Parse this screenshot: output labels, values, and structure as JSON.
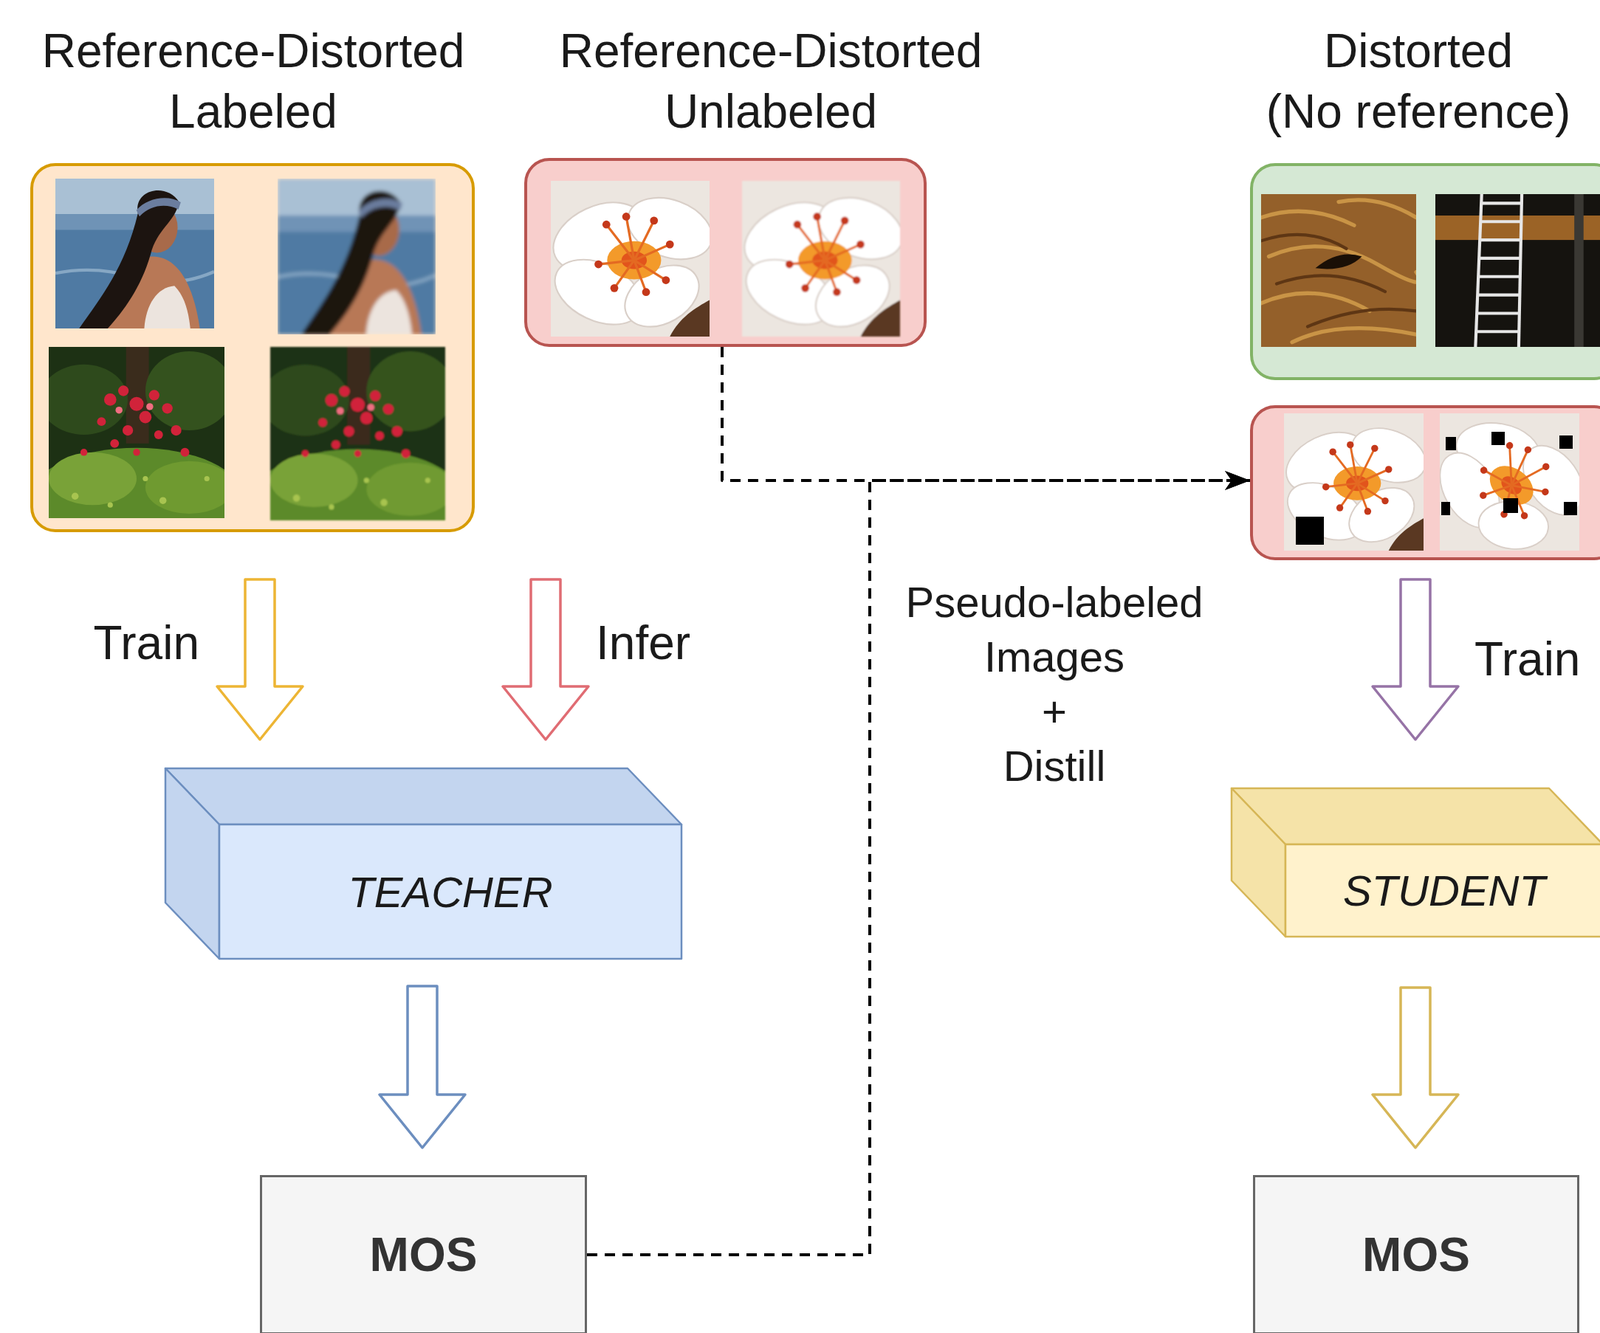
{
  "diagram": {
    "nodes": [
      {
        "text": [
          "Reference-Distorted Labeled"
        ]
      },
      {
        "text": [
          "Reference-Distorted Unlabeled"
        ]
      },
      {
        "text": [
          "Distorted (No reference)"
        ]
      },
      {
        "text": []
      },
      {
        "text": [
          "TEACHER"
        ]
      },
      {
        "text": [
          "MOS"
        ]
      },
      {
        "text": [
          "STUDENT"
        ]
      },
      {
        "text": [
          "MOS"
        ]
      }
    ],
    "edges": [
      {
        "from": 0,
        "to": 4,
        "arrow": "to",
        "label": "Train"
      },
      {
        "from": 1,
        "to": 4,
        "arrow": "to",
        "label": "Infer"
      },
      {
        "from": 4,
        "to": 5,
        "arrow": "to"
      },
      {
        "from": 1,
        "to": 3,
        "arrow": "to"
      },
      {
        "from": 5,
        "to": 3,
        "arrow": "to",
        "label": "Pseudo-labeled Images + Distill"
      },
      {
        "from": 3,
        "to": 6,
        "arrow": "to",
        "label": "Train"
      },
      {
        "from": 6,
        "to": 7,
        "arrow": "to"
      }
    ]
  }
}
